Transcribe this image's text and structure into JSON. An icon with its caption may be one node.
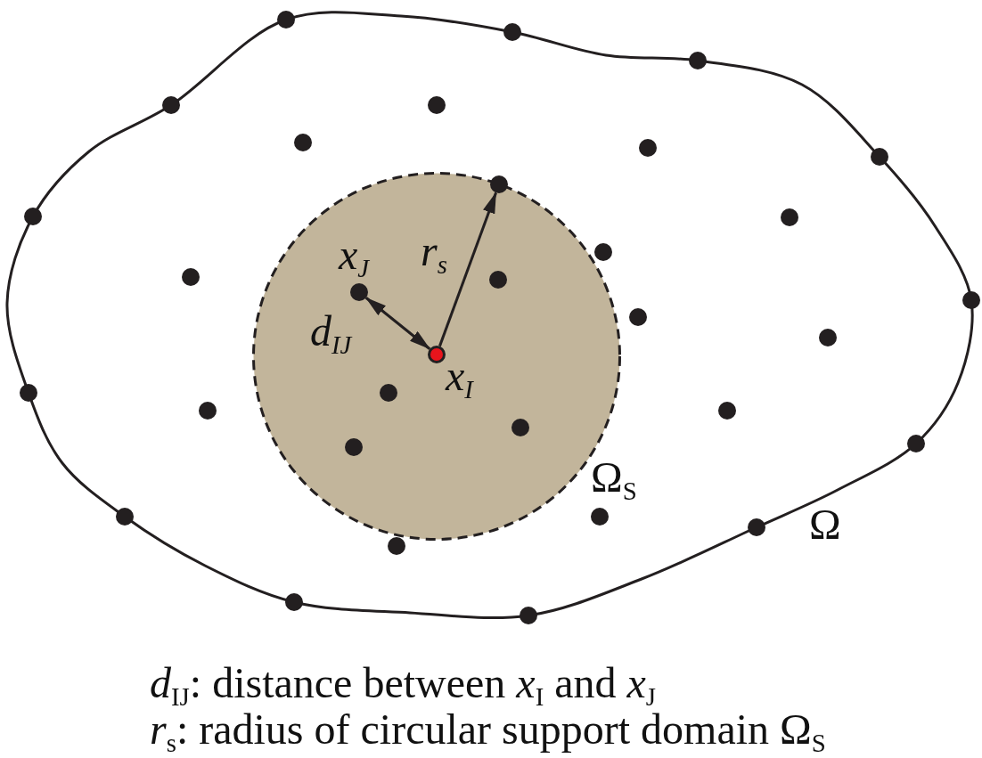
{
  "diagram": {
    "nodes": [
      {
        "text": [],
        "shape": "blob",
        "beside": [
          "Ω"
        ]
      },
      {
        "text": [],
        "shape": "circle",
        "in": 0,
        "beside": [
          "Ω$_{S}$"
        ]
      },
      {
        "text": [],
        "shape": "circle",
        "in": 1,
        "beside": [
          "x$_{I}$"
        ]
      },
      {
        "text": [],
        "shape": "circle",
        "in": 1,
        "beside": [
          "x$_{J}$"
        ]
      },
      {
        "text": [],
        "shape": "circle",
        "in": 1
      },
      {
        "text": [],
        "shape": "circle",
        "in": 0
      },
      {
        "text": [],
        "shape": "circle",
        "in": 0
      },
      {
        "text": [],
        "shape": "circle",
        "in": 0
      },
      {
        "text": [],
        "shape": "circle",
        "in": 0
      },
      {
        "text": [],
        "shape": "circle",
        "in": 0
      },
      {
        "text": [],
        "shape": "circle",
        "in": 0
      },
      {
        "text": [],
        "shape": "circle",
        "in": 0
      },
      {
        "text": [],
        "shape": "circle",
        "in": 0
      },
      {
        "text": [],
        "shape": "circle",
        "in": 0
      },
      {
        "text": [],
        "shape": "circle",
        "in": 0
      },
      {
        "text": [],
        "shape": "circle",
        "in": 0
      },
      {
        "text": [],
        "shape": "circle",
        "in": 0
      },
      {
        "text": [],
        "shape": "circle",
        "in": 1
      },
      {
        "text": [],
        "shape": "circle",
        "in": 0
      },
      {
        "text": [],
        "shape": "circle",
        "in": 0
      },
      {
        "text": [],
        "shape": "circle",
        "in": 0
      },
      {
        "text": [],
        "shape": "circle",
        "in": 1
      },
      {
        "text": [],
        "shape": "circle",
        "in": 0
      },
      {
        "text": [],
        "shape": "circle",
        "in": 0
      },
      {
        "text": [],
        "shape": "circle",
        "in": 0
      },
      {
        "text": [],
        "shape": "circle",
        "in": 1
      },
      {
        "text": [],
        "shape": "circle",
        "in": 0
      },
      {
        "text": [],
        "shape": "circle",
        "in": 1
      },
      {
        "text": [],
        "shape": "circle",
        "in": 0
      },
      {
        "text": [],
        "shape": "circle",
        "in": 0
      },
      {
        "text": [],
        "shape": "circle",
        "in": 0
      },
      {
        "text": [],
        "shape": "circle",
        "in": 0
      },
      {
        "text": [],
        "shape": "circle",
        "in": 0
      },
      {
        "text": [],
        "shape": "circle",
        "in": 0
      }
    ],
    "edges": [
      {
        "from": 2,
        "to": 3,
        "arrow": "both",
        "label": "d$_{IJ}$"
      },
      {
        "from": 2,
        "to": 4,
        "arrow": "to",
        "label": "r$_{s}$"
      }
    ],
    "labels": [
      "*d*$_{IJ}$: distance between *x*$_{I}$ and *x*$_{J}$",
      "*r*$_{s}$: radius of circular support domain Ω$_{S}$"
    ]
  }
}
